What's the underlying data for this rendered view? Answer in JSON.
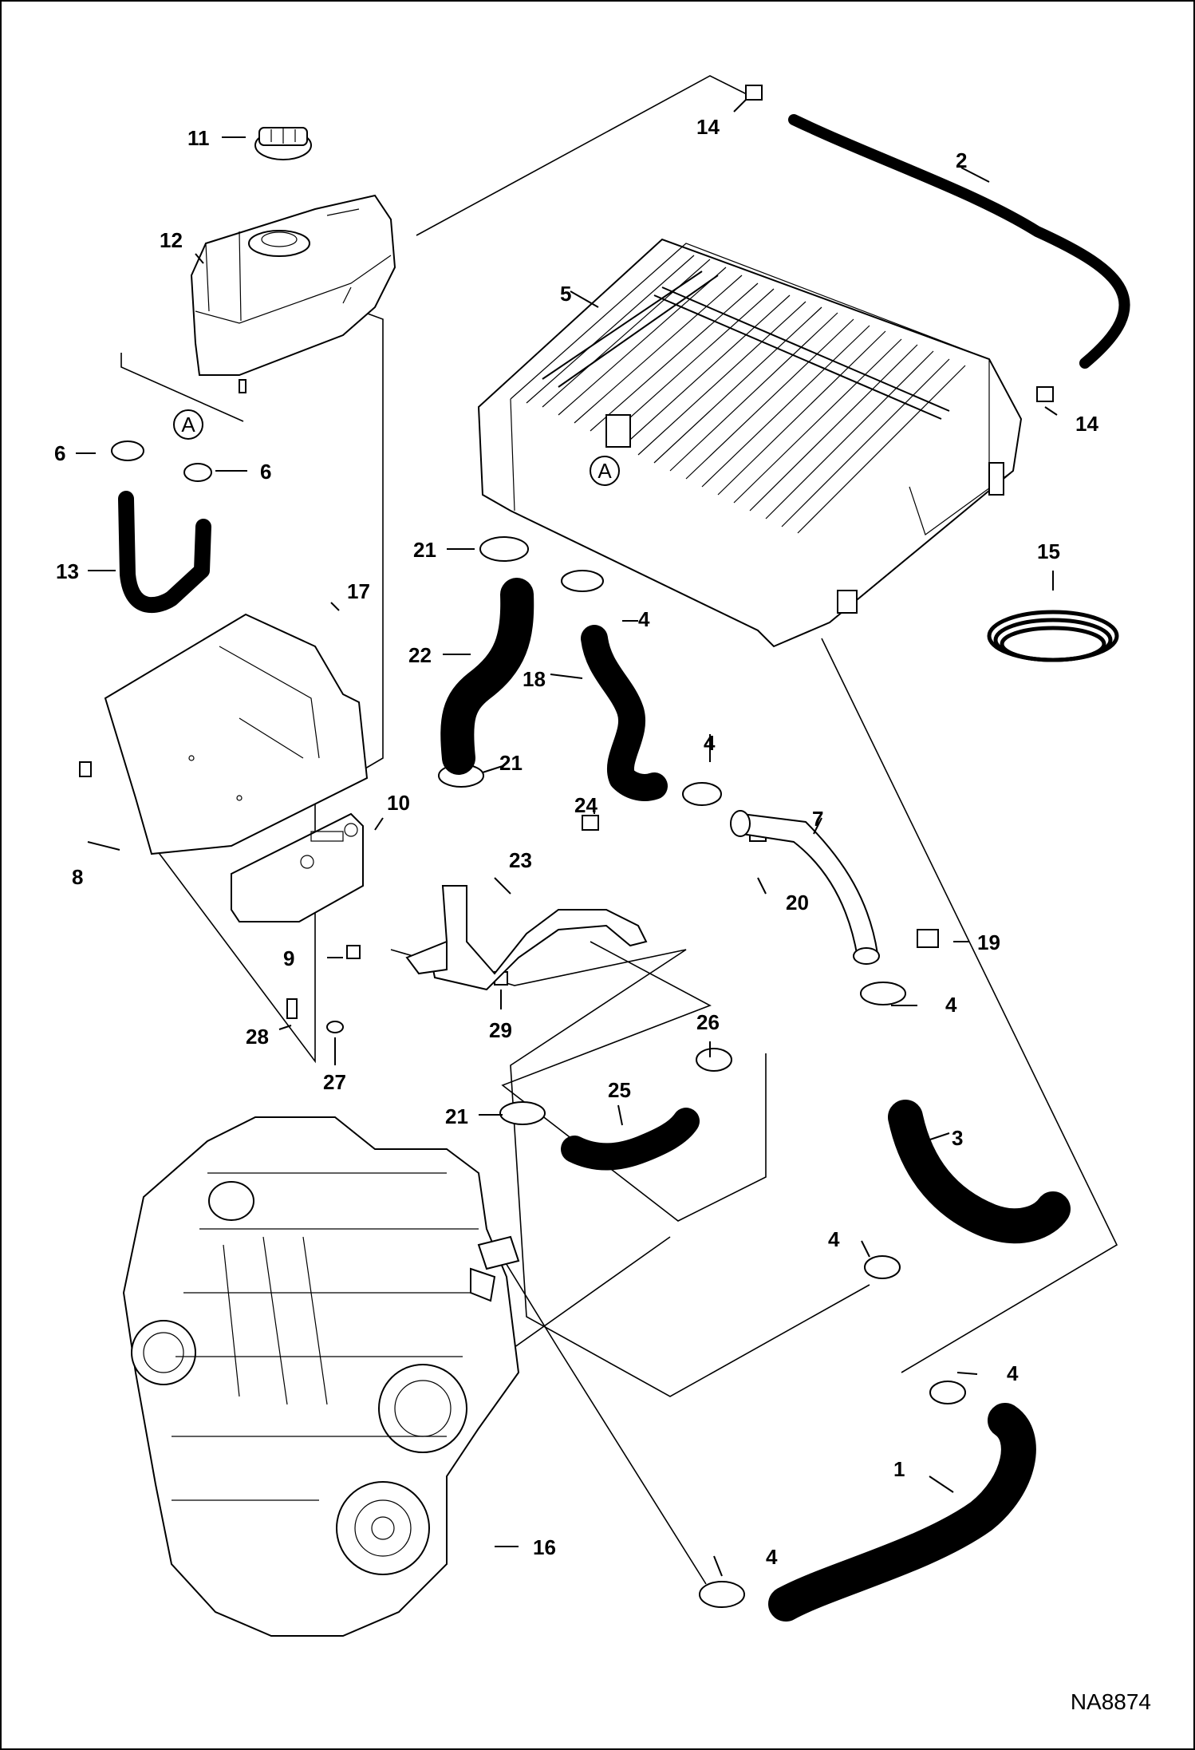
{
  "figure_id": "NA8874",
  "callout_labels": {
    "c1": "1",
    "c2": "2",
    "c3": "3",
    "c4a": "4",
    "c4b": "4",
    "c4c": "4",
    "c4d": "4",
    "c4e": "4",
    "c4f": "4",
    "c5": "5",
    "c6a": "6",
    "c6b": "6",
    "c7": "7",
    "c8": "8",
    "c9": "9",
    "c10": "10",
    "c11": "11",
    "c12": "12",
    "c13": "13",
    "c14a": "14",
    "c14b": "14",
    "c15": "15",
    "c16": "16",
    "c17": "17",
    "c18": "18",
    "c19": "19",
    "c20": "20",
    "c21a": "21",
    "c21b": "21",
    "c21c": "21",
    "c22": "22",
    "c23": "23",
    "c24": "24",
    "c25": "25",
    "c26": "26",
    "c27": "27",
    "c28": "28",
    "c29": "29"
  },
  "connection_marker": "A"
}
